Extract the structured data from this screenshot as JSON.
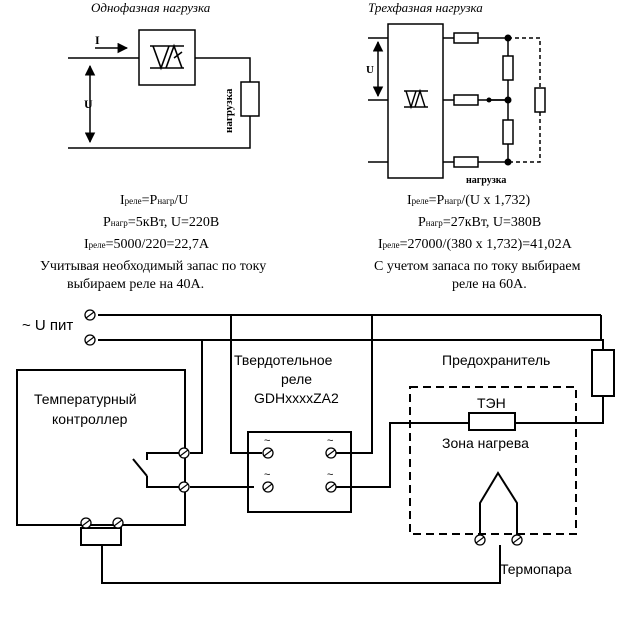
{
  "single_phase": {
    "title": "Однофазная нагрузка",
    "current_label": "I",
    "voltage_label": "U",
    "load_label": "нагрузка",
    "formula_1": {
      "lhs": "I",
      "lhs_sub": "реле",
      "eq": "=P",
      "rhs_sub": "нагр",
      "tail": "/U"
    },
    "formula_2": {
      "p": "P",
      "p_sub": "нагр",
      "tail": "=5кВт, U=220В"
    },
    "formula_3": {
      "lhs": "I",
      "lhs_sub": "реле",
      "tail": "=5000/220=22,7А"
    },
    "note_1": "Учитывая необходимый запас по току",
    "note_2": "выбираем реле на 40А."
  },
  "three_phase": {
    "title": "Трехфазная нагрузка",
    "voltage_label": "U",
    "load_label": "нагрузка",
    "formula_1": {
      "lhs": "I",
      "lhs_sub": "реле",
      "eq": "=P",
      "rhs_sub": "нагр",
      "tail": "/(U x 1,732)"
    },
    "formula_2": {
      "p": "P",
      "p_sub": "нагр",
      "tail": "=27кВт, U=380В"
    },
    "formula_3": {
      "lhs": "I",
      "lhs_sub": "реле",
      "tail": "=27000/(380 x 1,732)=41,02А"
    },
    "note_1": "С учетом запаса по току выбираем",
    "note_2": "реле на 60А."
  },
  "wiring": {
    "supply_label": "~ U пит",
    "controller_line_1": "Температурный",
    "controller_line_2": "контроллер",
    "relay_line_1": "Твердотельное",
    "relay_line_2": "реле",
    "relay_line_3": "GDHxxxxZA2",
    "fuse_label": "Предохранитель",
    "heater_label": "ТЭН",
    "zone_label": "Зона нагрева",
    "thermocouple_label": "Термопара",
    "tilde": "~"
  }
}
